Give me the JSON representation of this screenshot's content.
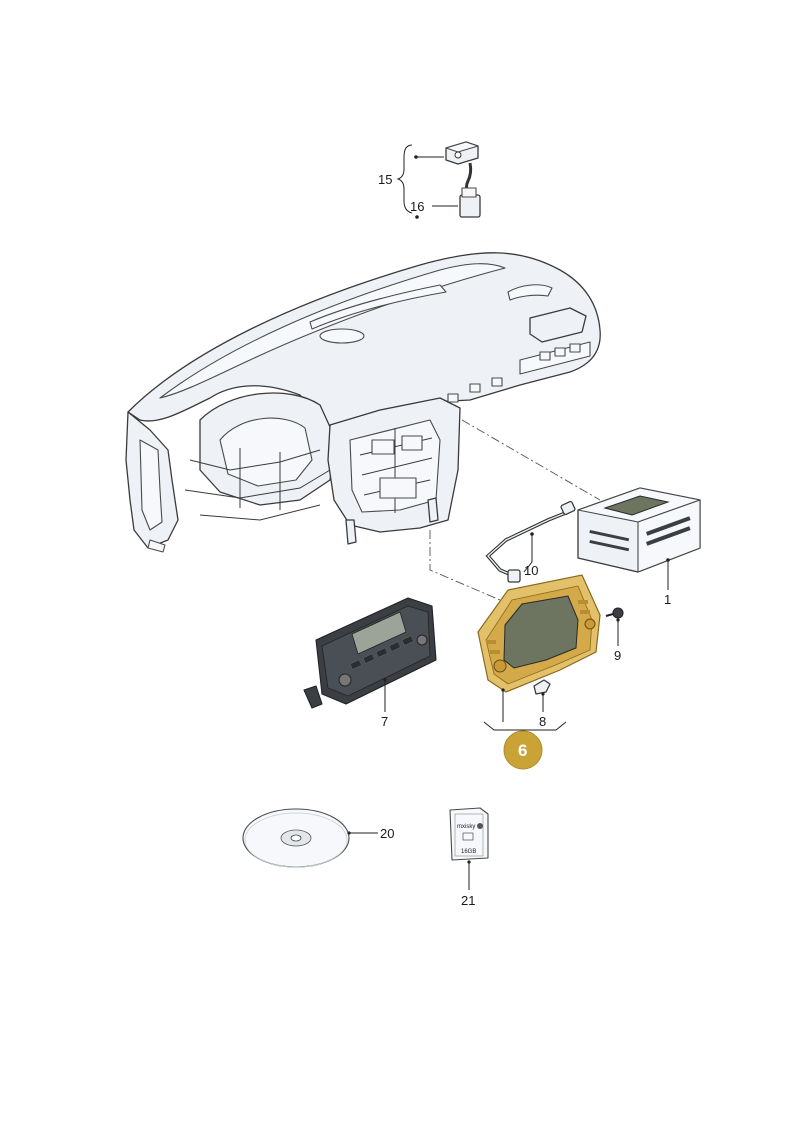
{
  "labels": {
    "p1": "1",
    "p6": "6",
    "p7": "7",
    "p8": "8",
    "p9": "9",
    "p10": "10",
    "p15": "15",
    "p16": "16",
    "p20": "20",
    "p21": "21"
  },
  "sd_card": {
    "brand": "mxisky",
    "capacity": "16GB"
  },
  "colors": {
    "highlight": "#e3c06a",
    "badge": "#c9a336"
  }
}
